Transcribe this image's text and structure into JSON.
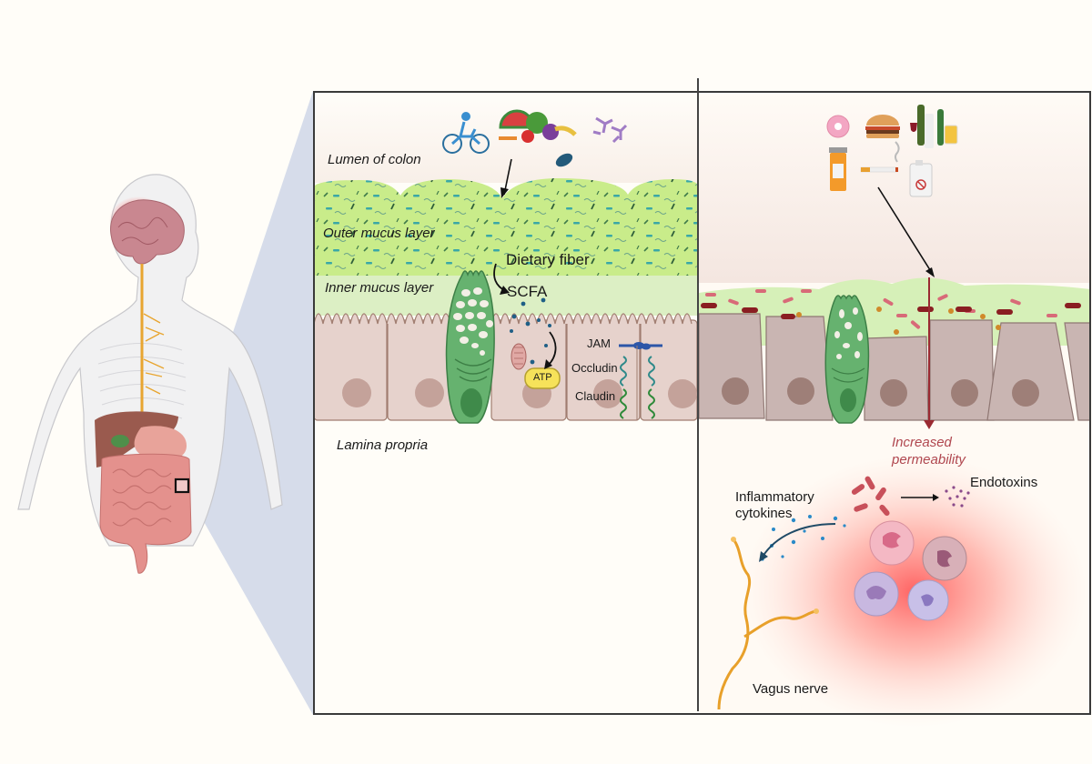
{
  "figure": {
    "title": "Gut-brain axis: healthy vs. disrupted colonic barrier",
    "colors": {
      "mucus_outer": "#c9ec8a",
      "mucus_inner": "#dcefc4",
      "epithelium_healthy": "#e6d2cc",
      "epithelium_damaged": "#c9b5b2",
      "goblet_cell": "#66b26f",
      "nucleus": "#c4a29a",
      "inflammation": "#ff6b6b",
      "vagus_nerve": "#e8a02a",
      "permeability_text": "#b0474f",
      "zoom_wedge": "#d6dcea"
    }
  },
  "overview": {
    "icons": [
      "human-body-icon",
      "brain-icon",
      "spinal-cord-icon",
      "intestine-icon"
    ],
    "highlight_box": "colon-region"
  },
  "healthy_panel": {
    "labels": {
      "lumen": "Lumen of colon",
      "outer_mucus": "Outer mucus layer",
      "inner_mucus": "Inner mucus layer",
      "lamina_propria": "Lamina propria",
      "dietary_fiber": "Dietary fiber",
      "scfa": "SCFA",
      "atp": "ATP",
      "jam": "JAM",
      "occludin": "Occludin",
      "claudin": "Claudin"
    },
    "icons": [
      "cycling-icon",
      "fruits-vegetables-icon",
      "probiotic-bacteria-icon",
      "bacterium-icon",
      "mitochondrion-icon",
      "goblet-cell-icon"
    ]
  },
  "disrupted_panel": {
    "labels": {
      "increased_permeability_line1": "Increased",
      "increased_permeability_line2": "permeability",
      "endotoxins": "Endotoxins",
      "inflammatory_line1": "Inflammatory",
      "inflammatory_line2": "cytokines",
      "vagus_nerve": "Vagus nerve"
    },
    "icons": [
      "donut-icon",
      "burger-icon",
      "alcohol-bottles-icon",
      "pill-bottle-icon",
      "cigarette-icon",
      "chemical-jug-icon",
      "immune-cells-icon",
      "bacteria-icon"
    ]
  }
}
